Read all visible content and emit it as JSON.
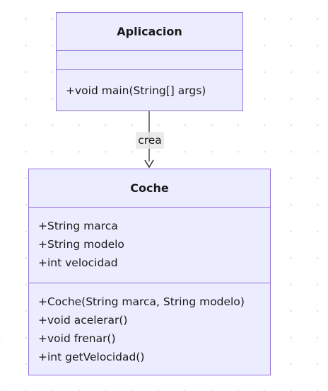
{
  "diagram": {
    "classes": [
      {
        "name": "Aplicacion",
        "attributes": [],
        "methods": [
          "+void main(String[] args)"
        ]
      },
      {
        "name": "Coche",
        "attributes": [
          "+String marca",
          "+String modelo",
          "+int velocidad"
        ],
        "methods": [
          "+Coche(String marca, String modelo)",
          "+void acelerar()",
          "+void frenar()",
          "+int getVelocidad()"
        ]
      }
    ],
    "relation": {
      "from": "Aplicacion",
      "to": "Coche",
      "label": "crea"
    }
  },
  "colors": {
    "node_fill": "#ececff",
    "node_border": "#9370db",
    "edge": "#333333",
    "label_background": "#e8e8e8"
  }
}
